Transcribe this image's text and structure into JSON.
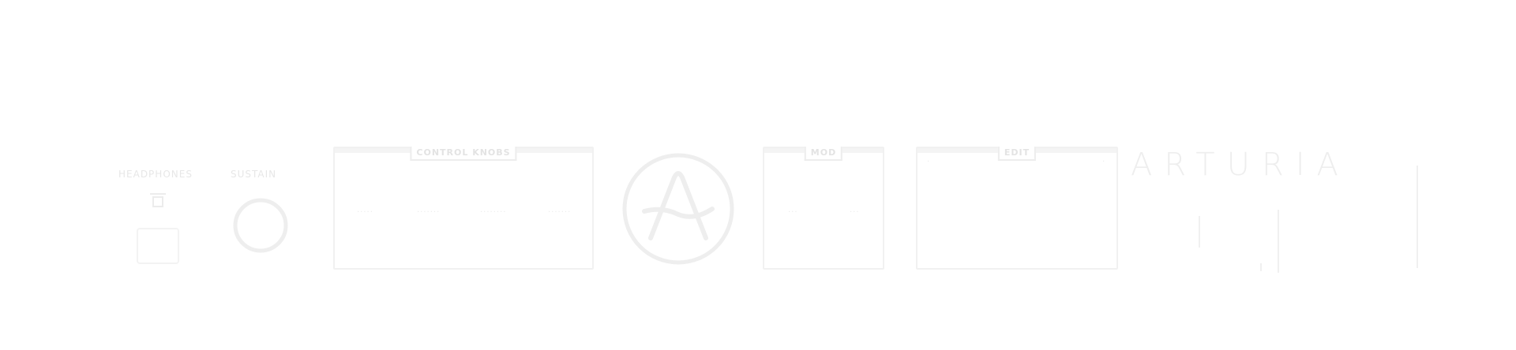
{
  "headphones": {
    "label": "HEADPHONES"
  },
  "sustain_knob": {
    "label": "SUSTAIN"
  },
  "panels": {
    "left": {
      "tab": "CONTROL KNOBS"
    },
    "middle": {
      "tab": "MOD"
    },
    "right": {
      "tab": "EDIT"
    }
  },
  "brand": {
    "wordmark": "ARTURIA"
  },
  "colors": {
    "background": "#ffffff",
    "faint_ink": "#ececec"
  }
}
